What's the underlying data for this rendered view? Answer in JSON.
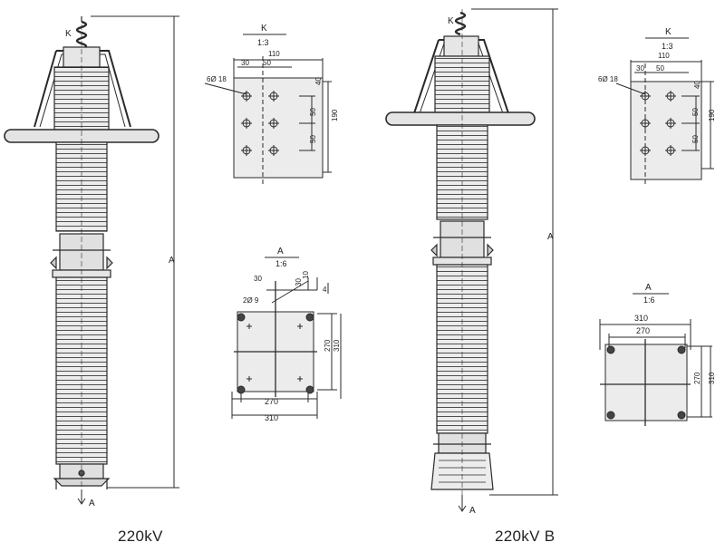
{
  "captions": {
    "left": "220kV",
    "right": "220kV  B"
  },
  "labels": {
    "k": "K",
    "a": "A",
    "scale_k": "1:3",
    "scale_a": "1:6",
    "arrow_a": "A",
    "height": "A",
    "hole_spec": "6Ø 18",
    "hole_spec_base": "2Ø  9",
    "d110": "110",
    "d30": "30",
    "d50": "50",
    "d40": "40",
    "d50v": "50",
    "d190": "190",
    "d10": "10",
    "d4": "4",
    "d270": "270",
    "d310": "310"
  },
  "colors": {
    "line": "#2a2a2a",
    "fill": "#e8e8e8",
    "shade": "#d2d2d2"
  }
}
